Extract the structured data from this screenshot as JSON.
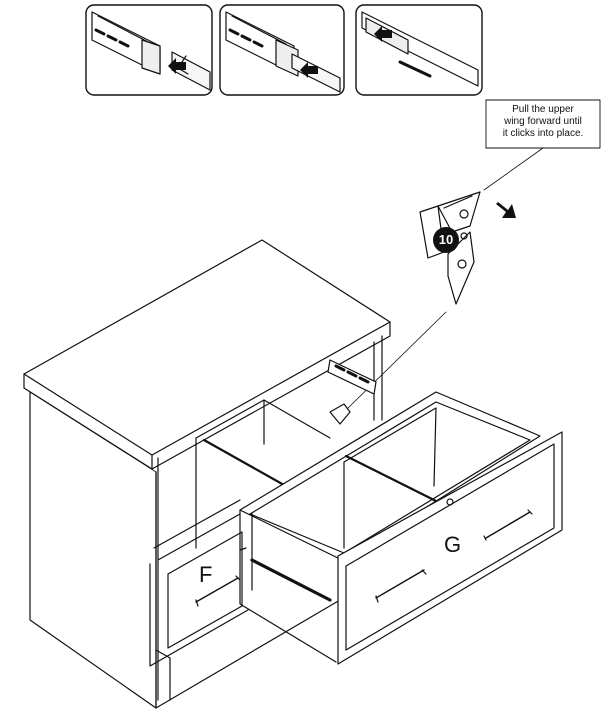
{
  "callout": {
    "text": "Pull the upper\nwing forward until\nit clicks into place."
  },
  "step_number": "10",
  "labels": {
    "left_drawer": "F",
    "right_drawer": "G"
  },
  "icons": {
    "direction_arrow": "pull-forward-arrow-icon",
    "inset_arrow": "push-arrow-icon"
  }
}
